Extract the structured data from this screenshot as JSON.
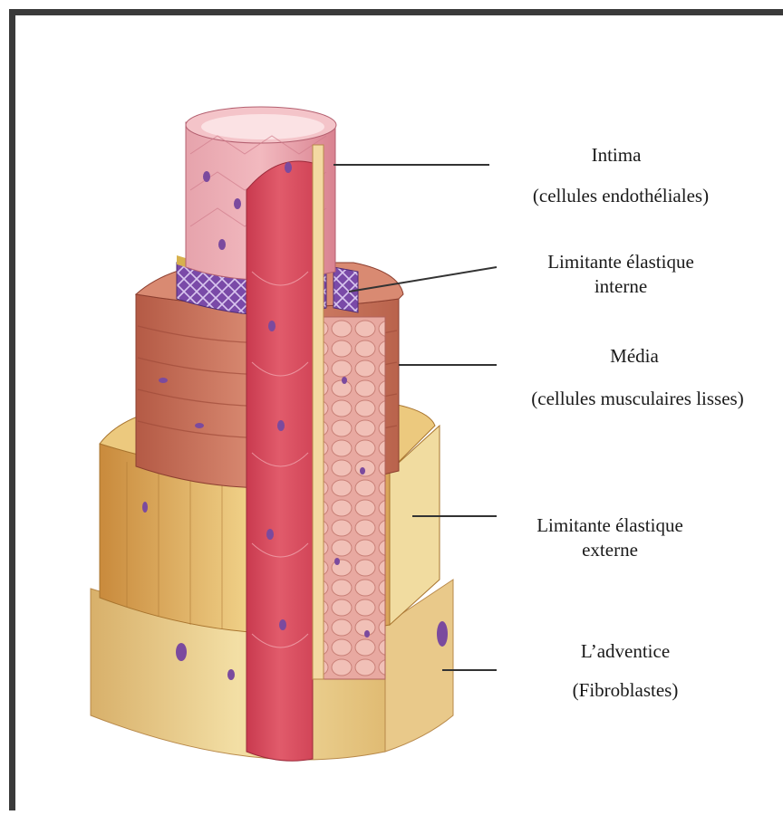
{
  "labels": {
    "intima": {
      "title": "Intima",
      "detail": "(cellules endothéliales)"
    },
    "limitante_interne": {
      "title": "Limitante élastique",
      "detail": "interne"
    },
    "media": {
      "title": "Média",
      "detail": "(cellules musculaires lisses)"
    },
    "limitante_externe": {
      "title": "Limitante élastique",
      "detail": "externe"
    },
    "adventice": {
      "title": "L’adventice",
      "detail": "(Fibroblastes)"
    }
  },
  "colors": {
    "frame": "#3a3a3a",
    "intima": "#e88d9a",
    "lumen_wall": "#d94a5c",
    "media": "#c9705a",
    "limitante_interne": "#7a4aa8",
    "limitante_externe": "#e7b45a",
    "adventice": "#e6c277",
    "nuclei": "#7b4a9e",
    "leader_line": "#333333"
  }
}
